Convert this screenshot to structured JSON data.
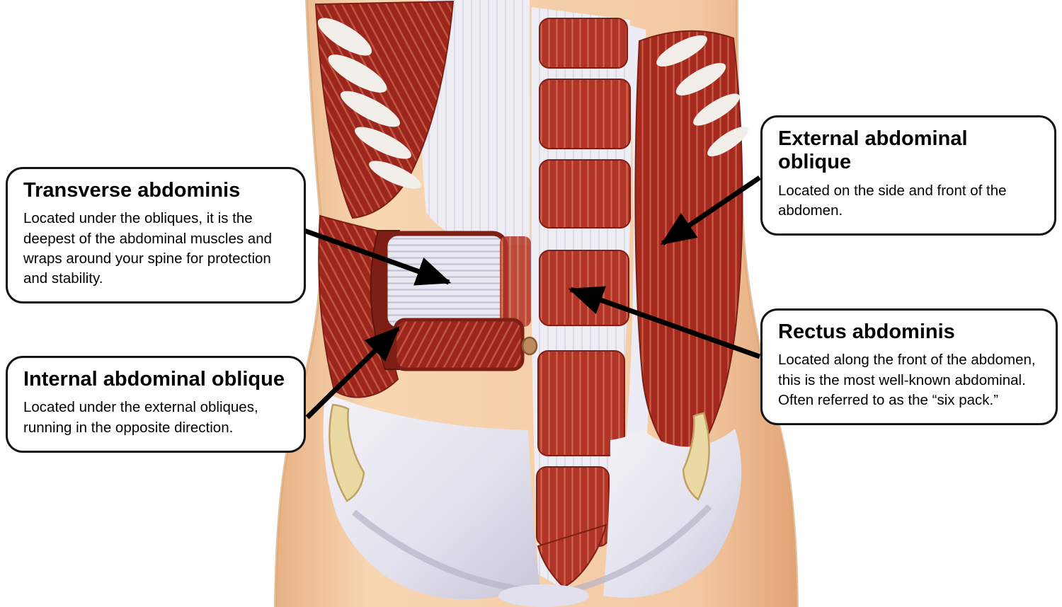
{
  "figure": {
    "description": "Anatomical illustration of the human abdominal muscles, anterior view, with layered dissection showing deep and superficial muscles",
    "colors": {
      "muscle_red": "#a5291f",
      "muscle_red_dark": "#7e1f16",
      "fascia_white": "#edebf3",
      "skin": "#f3c9a3",
      "bone": "#ead9a2",
      "callout_border": "#141414",
      "arrow_black": "#000000",
      "background": "#ffffff"
    }
  },
  "callouts": [
    {
      "id": "transverse-abdominis",
      "title": "Transverse abdominis",
      "body": "Located under the obliques, it is the deepest of the abdominal muscles and wraps around your spine for protection and stability."
    },
    {
      "id": "internal-abdominal-oblique",
      "title": "Internal abdominal oblique",
      "body": "Located under the external obliques, running in the opposite direction."
    },
    {
      "id": "external-abdominal-oblique",
      "title": "External abdominal oblique",
      "body": "Located on the side and front of the abdomen."
    },
    {
      "id": "rectus-abdominis",
      "title": "Rectus abdominis",
      "body": "Located along the front of the abdomen, this is the most well-known abdominal. Often referred to as the “six pack.”"
    }
  ]
}
